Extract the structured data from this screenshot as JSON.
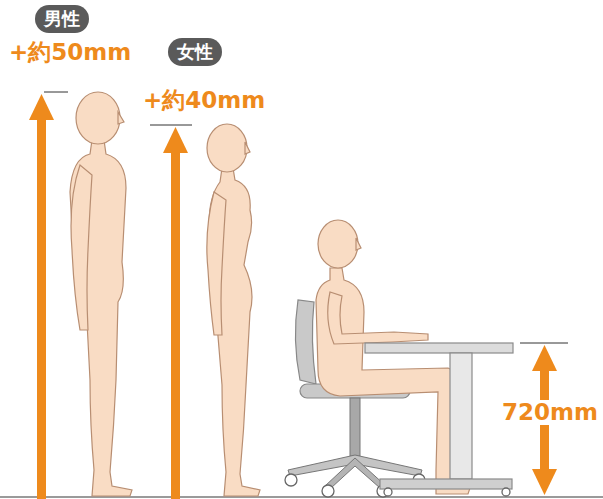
{
  "diagram": {
    "nodes": [
      {
        "text": [
          "男性"
        ]
      },
      {
        "text": [
          "女性"
        ]
      }
    ],
    "labels": [
      "+約50mm",
      "+約40mm",
      "720mm"
    ]
  }
}
